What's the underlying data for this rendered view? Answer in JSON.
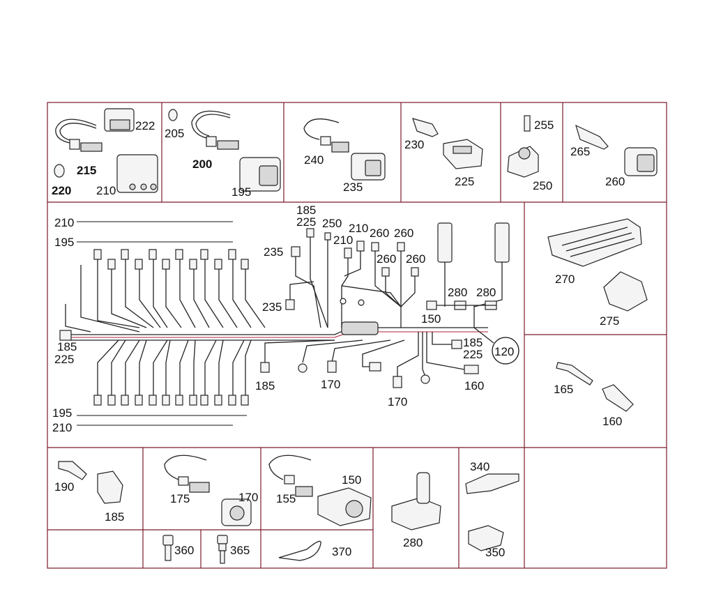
{
  "part_numbers": {
    "p120": "120",
    "p150": "150",
    "p155": "155",
    "p160": "160",
    "p165": "165",
    "p170": "170",
    "p175": "175",
    "p185": "185",
    "p190": "190",
    "p195": "195",
    "p200": "200",
    "p205": "205",
    "p210": "210",
    "p215": "215",
    "p220": "220",
    "p222": "222",
    "p225": "225",
    "p230": "230",
    "p235": "235",
    "p240": "240",
    "p250": "250",
    "p255": "255",
    "p260": "260",
    "p265": "265",
    "p270": "270",
    "p275": "275",
    "p280": "280",
    "p340": "340",
    "p350": "350",
    "p360": "360",
    "p365": "365",
    "p370": "370"
  },
  "colors": {
    "frame": "#7a1a2a",
    "wire_accent": "#b0203a",
    "ink": "#222222"
  }
}
